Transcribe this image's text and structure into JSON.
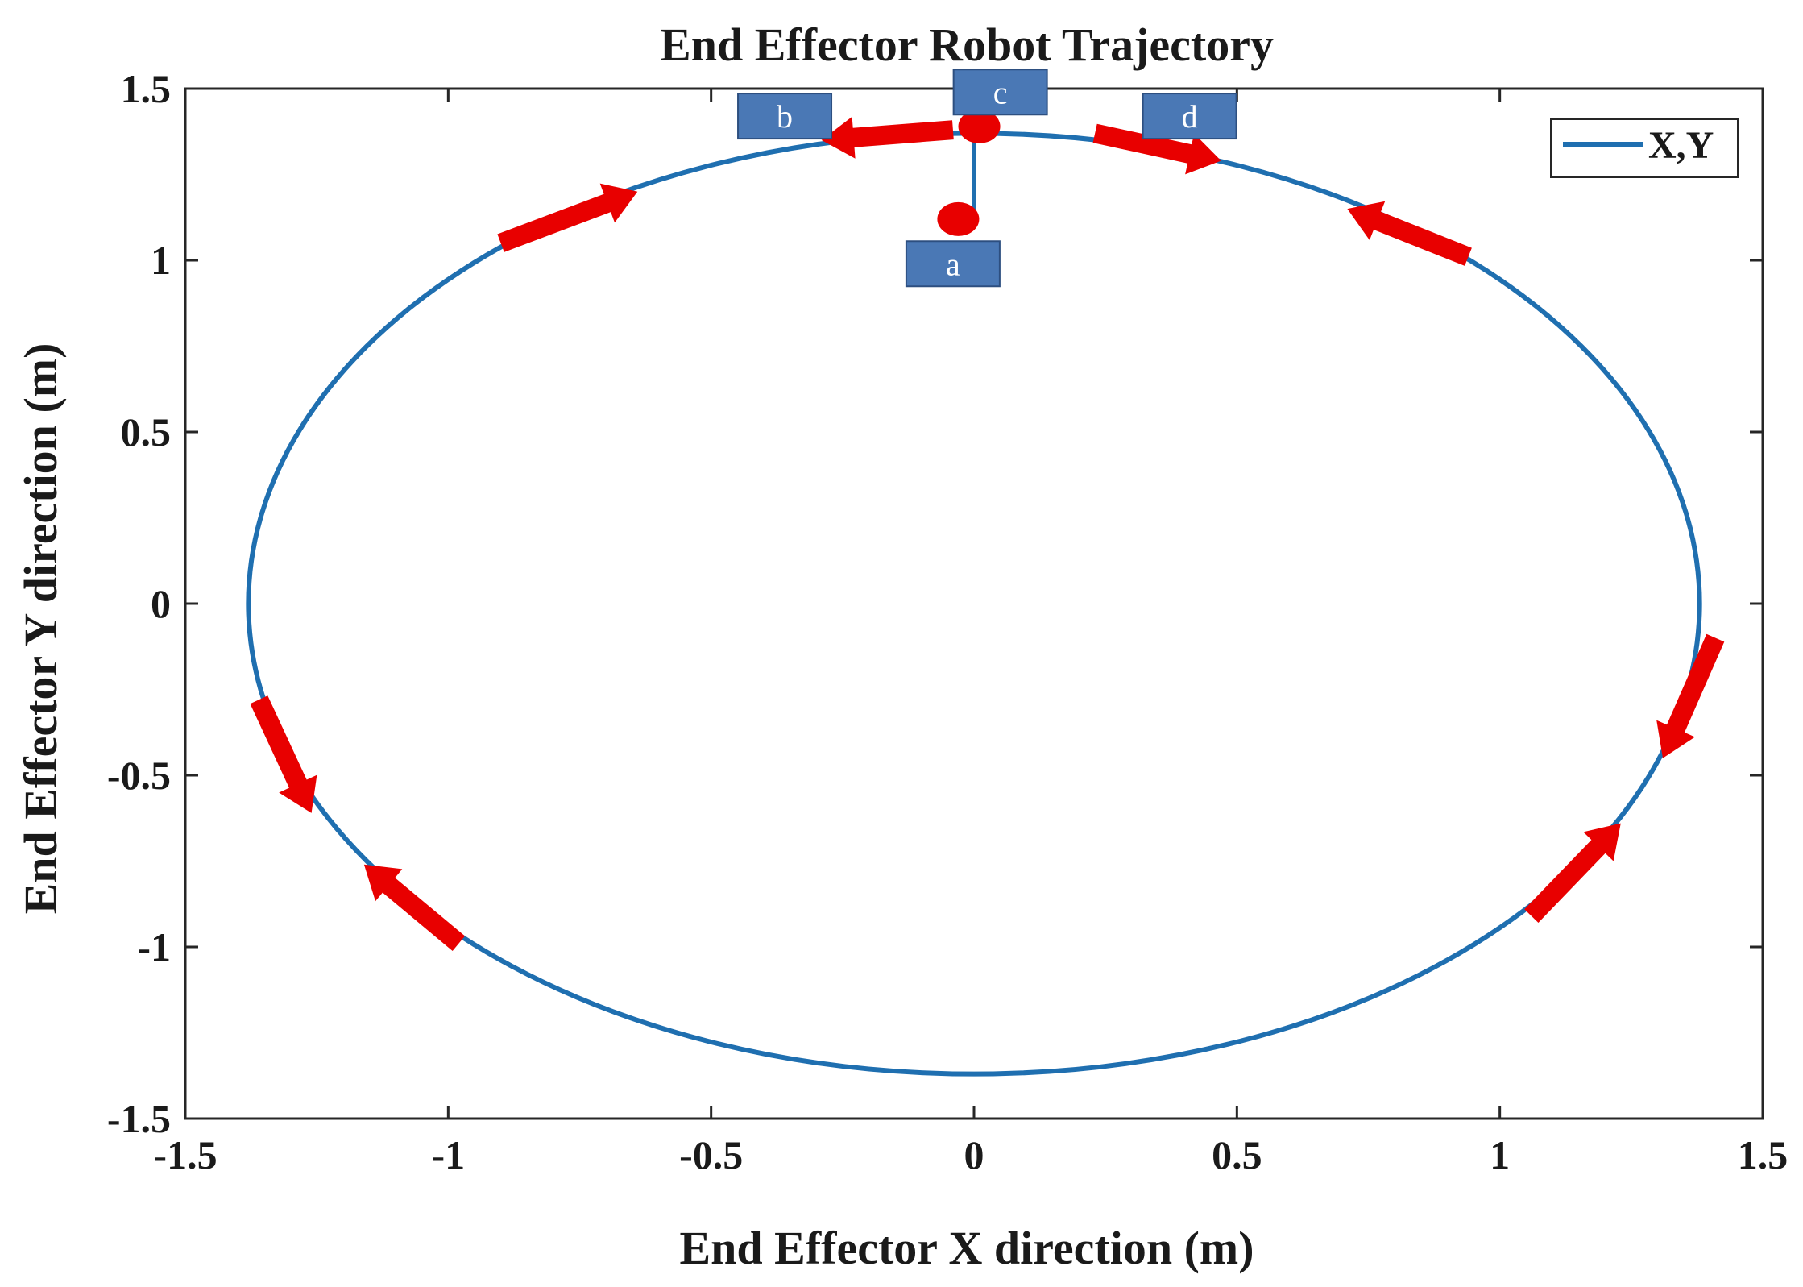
{
  "chart_data": {
    "type": "line",
    "title": "End Effector Robot Trajectory",
    "xlabel": "End Effector X direction (m)",
    "ylabel": "End Effector Y direction (m)",
    "xlim": [
      -1.5,
      1.5
    ],
    "ylim": [
      -1.5,
      1.5
    ],
    "xticks": [
      -1.5,
      -1,
      -0.5,
      0,
      0.5,
      1,
      1.5
    ],
    "yticks": [
      -1.5,
      -1,
      -0.5,
      0,
      0.5,
      1,
      1.5
    ],
    "xtick_labels": [
      "-1.5",
      "-1",
      "-0.5",
      "0",
      "0.5",
      "1",
      "1.5"
    ],
    "ytick_labels": [
      "-1.5",
      "-1",
      "-0.5",
      "0",
      "0.5",
      "1",
      "1.5"
    ],
    "grid": false,
    "legend_position": "top-right",
    "series": [
      {
        "name": "X,Y",
        "color": "#1f6fb0",
        "shape": "ellipse",
        "center": [
          0,
          0
        ],
        "semi_axis_x": 1.38,
        "semi_axis_y": 1.37,
        "approach_segment": {
          "x": [
            0,
            0
          ],
          "y": [
            1.12,
            1.38
          ]
        }
      }
    ],
    "annotations": {
      "box_color": "#4a78b5",
      "boxes": [
        {
          "label": "a",
          "x": -0.04,
          "y": 0.99
        },
        {
          "label": "b",
          "x": -0.36,
          "y": 1.42
        },
        {
          "label": "c",
          "x": 0.05,
          "y": 1.49
        },
        {
          "label": "d",
          "x": 0.41,
          "y": 1.42
        }
      ],
      "points": [
        {
          "x": -0.03,
          "y": 1.12
        },
        {
          "x": 0.01,
          "y": 1.39
        }
      ],
      "point_color": "#e80000",
      "arrow_color": "#e80000",
      "arrows": [
        {
          "from": [
            -0.04,
            1.38
          ],
          "to": [
            -0.29,
            1.35
          ]
        },
        {
          "from": [
            0.23,
            1.37
          ],
          "to": [
            0.47,
            1.29
          ]
        },
        {
          "from": [
            0.94,
            1.01
          ],
          "to": [
            0.71,
            1.15
          ]
        },
        {
          "from": [
            1.41,
            -0.1
          ],
          "to": [
            1.31,
            -0.45
          ]
        },
        {
          "from": [
            1.06,
            -0.91
          ],
          "to": [
            1.23,
            -0.64
          ]
        },
        {
          "from": [
            -0.98,
            -0.99
          ],
          "to": [
            -1.16,
            -0.76
          ]
        },
        {
          "from": [
            -1.36,
            -0.28
          ],
          "to": [
            -1.26,
            -0.61
          ]
        },
        {
          "from": [
            -0.9,
            1.05
          ],
          "to": [
            -0.64,
            1.2
          ]
        }
      ]
    }
  }
}
